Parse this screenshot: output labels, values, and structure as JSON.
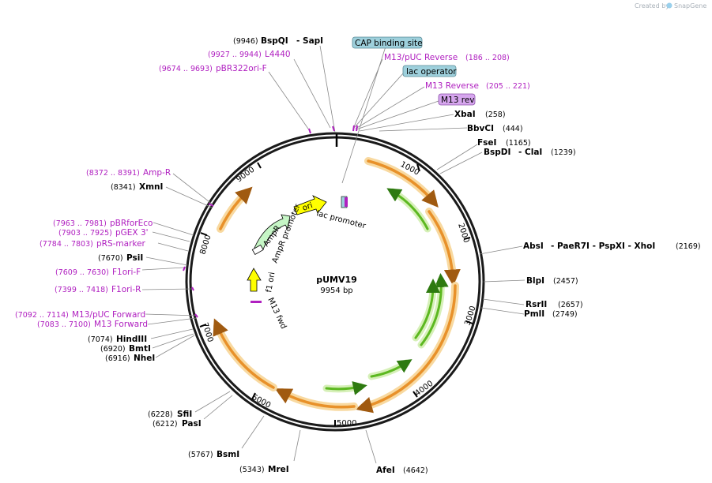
{
  "plasmid": {
    "name": "pUMV19",
    "size_label": "9954 bp",
    "length": 9954
  },
  "credit": {
    "created_by": "Created by",
    "brand": "SnapGene"
  },
  "colors": {
    "feature_label": "#b020c0",
    "orf_fill": "#f0a030",
    "orf_glow": "#f8d9a0",
    "green_fill": "#5cb820",
    "green_glow": "#d6f0b8",
    "box_blue": "#9ed0dc",
    "box_purple": "#d6a6ee",
    "ori_yellow": "#ffff00",
    "promoter_green": "#c6f6c6",
    "backbone": "#1a1a1a"
  },
  "tick_labels": [
    "1000",
    "2000",
    "3000",
    "4000",
    "5000",
    "6000",
    "7000",
    "8000",
    "9000"
  ],
  "enzymes": [
    {
      "name": "BspQI",
      "pos": "(9946)",
      "extra": "- SapI"
    },
    {
      "name": "XbaI",
      "pos": "(258)"
    },
    {
      "name": "BbvCI",
      "pos": "(444)"
    },
    {
      "name": "FseI",
      "pos": "(1165)"
    },
    {
      "name": "BspDI",
      "pos": "(1239)",
      "extra": "- ClaI"
    },
    {
      "name": "AbsI",
      "pos": "(2169)",
      "extra": "- PaeR7I - PspXI - XhoI"
    },
    {
      "name": "BlpI",
      "pos": "(2457)"
    },
    {
      "name": "RsrII",
      "pos": "(2657)"
    },
    {
      "name": "PmlI",
      "pos": "(2749)"
    },
    {
      "name": "AfeI",
      "pos": "(4642)"
    },
    {
      "name": "MreI",
      "pos": "(5343)"
    },
    {
      "name": "BsmI",
      "pos": "(5767)"
    },
    {
      "name": "PasI",
      "pos": "(6212)"
    },
    {
      "name": "SfiI",
      "pos": "(6228)"
    },
    {
      "name": "NheI",
      "pos": "(6916)"
    },
    {
      "name": "BmtI",
      "pos": "(6920)"
    },
    {
      "name": "HindIII",
      "pos": "(7074)"
    },
    {
      "name": "PsiI",
      "pos": "(7670)"
    },
    {
      "name": "XmnI",
      "pos": "(8341)"
    }
  ],
  "features": [
    {
      "name": "L4440",
      "pos": "(9927 .. 9944)"
    },
    {
      "name": "pBR322ori-F",
      "pos": "(9674 .. 9693)"
    },
    {
      "name": "M13/pUC Reverse",
      "pos": "(186 .. 208)"
    },
    {
      "name": "M13 Reverse",
      "pos": "(205 .. 221)"
    },
    {
      "name": "Amp-R",
      "pos": "(8372 .. 8391)"
    },
    {
      "name": "pBRforEco",
      "pos": "(7963 .. 7981)"
    },
    {
      "name": "pGEX 3'",
      "pos": "(7903 .. 7925)"
    },
    {
      "name": "pRS-marker",
      "pos": "(7784 .. 7803)"
    },
    {
      "name": "F1ori-F",
      "pos": "(7609 .. 7630)"
    },
    {
      "name": "F1ori-R",
      "pos": "(7399 .. 7418)"
    },
    {
      "name": "M13/pUC Forward",
      "pos": "(7092 .. 7114)"
    },
    {
      "name": "M13 Forward",
      "pos": "(7083 .. 7100)"
    }
  ],
  "boxed_features": [
    {
      "name": "CAP binding site"
    },
    {
      "name": "lac operator"
    },
    {
      "name": "M13 rev"
    }
  ],
  "inner_labels": {
    "ori": "ori",
    "lac_promoter": "lac promoter",
    "ampr": "AmpR",
    "ampr_promoter": "AmpR promoter",
    "f1_ori": "f1 ori",
    "m13_fwd": "M13 fwd"
  }
}
